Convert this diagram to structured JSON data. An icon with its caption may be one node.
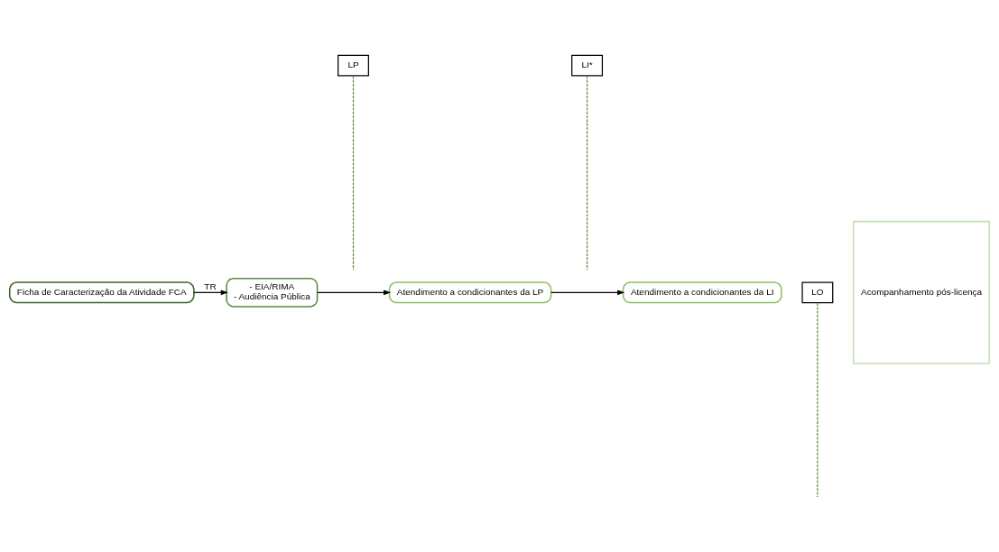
{
  "diagram": {
    "nodes": [
      {
        "text": [
          "Ficha de Caracterização da Atividade FCA"
        ]
      },
      {
        "text": [
          "- EIA/RIMA",
          "- Audiência Pública"
        ]
      },
      {
        "text": [
          "LP"
        ]
      },
      {
        "text": [
          "Atendimento a condicionantes da LP"
        ]
      },
      {
        "text": [
          "LI*"
        ]
      },
      {
        "text": [
          "Atendimento a condicionantes da LI"
        ]
      },
      {
        "text": [
          "LO"
        ]
      },
      {
        "text": [
          "Acompanhamento pós-licença"
        ]
      }
    ],
    "edges": [
      {
        "from": 0,
        "to": 1,
        "arrow": "to",
        "label": "TR"
      },
      {
        "from": 1,
        "to": 3,
        "arrow": "to"
      },
      {
        "from": 3,
        "to": 5,
        "arrow": "to"
      },
      {
        "from": 2,
        "to": null,
        "arrow": "none",
        "style": "dashed",
        "color": "#5a8a3c"
      },
      {
        "from": 4,
        "to": null,
        "arrow": "none",
        "style": "dashed",
        "color": "#5a8a3c"
      },
      {
        "from": 6,
        "to": null,
        "arrow": "none",
        "style": "dashed",
        "color": "#5a8a3c"
      }
    ]
  }
}
